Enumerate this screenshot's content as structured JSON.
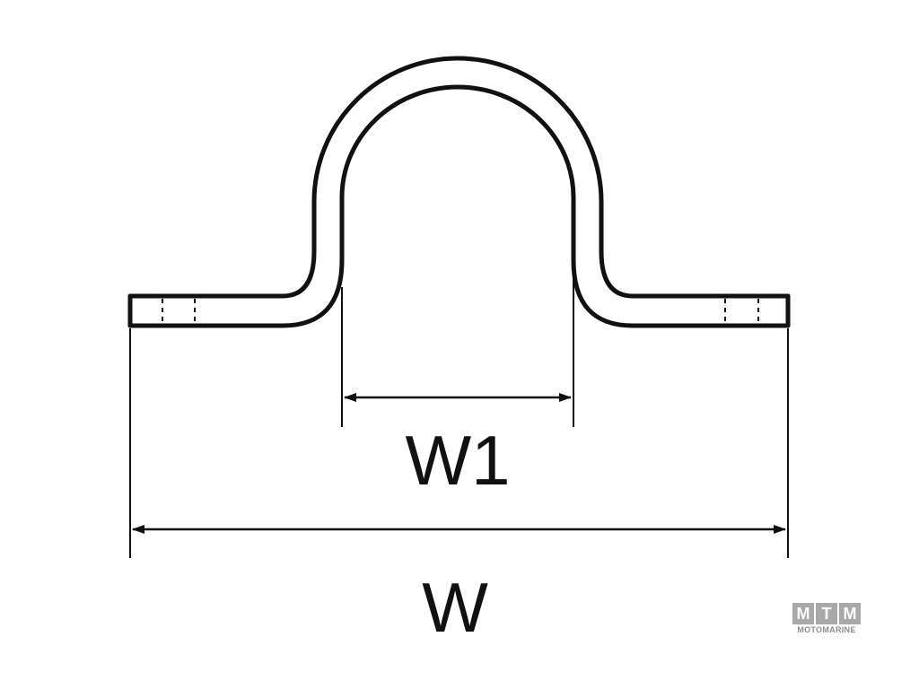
{
  "diagram": {
    "labels": {
      "inner_width": "W1",
      "overall_width": "W"
    },
    "colors": {
      "line": "#111111",
      "background": "#ffffff",
      "logo": "#a9a9a9"
    }
  },
  "logo": {
    "letters": [
      "M",
      "T",
      "M"
    ],
    "subtitle": "MOTOMARINE"
  }
}
